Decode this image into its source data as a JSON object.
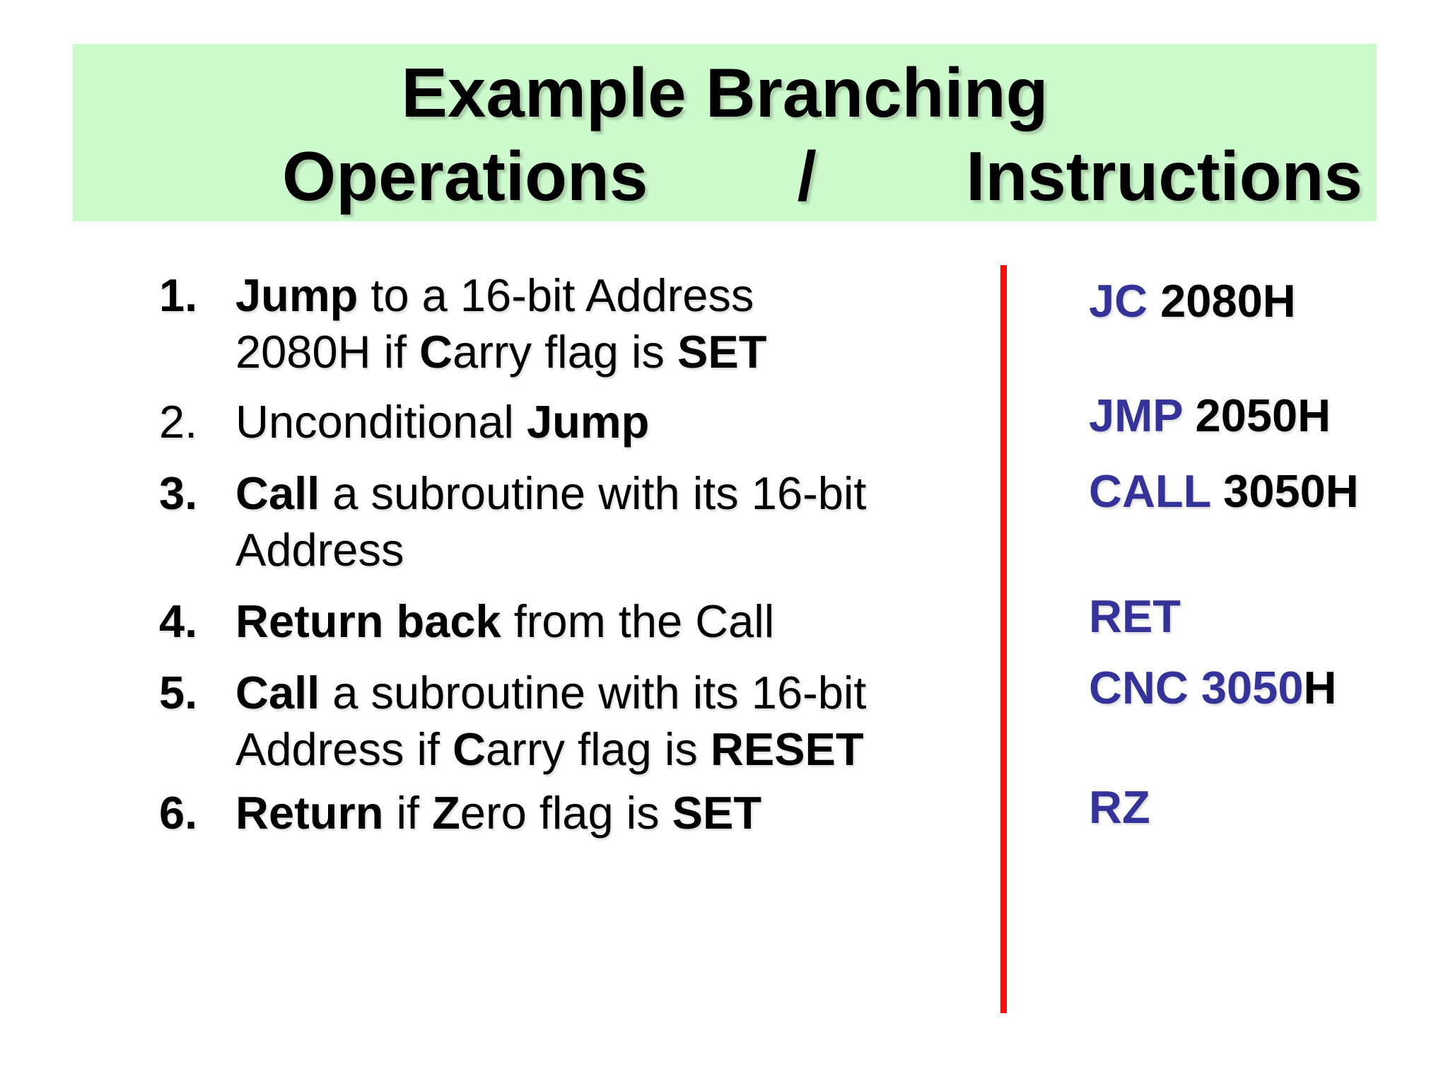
{
  "header": {
    "background": "#CDFACD",
    "title_line1": "Example Branching",
    "title_line2_left": "Operations",
    "title_line2_separator": "/",
    "title_line2_right": "Instructions"
  },
  "colors": {
    "mnemonic_blue": "#333399",
    "divider_red": "#F80C0C",
    "header_green": "#CDFACD",
    "text_black": "#000000"
  },
  "operations": [
    {
      "number": "1.",
      "number_bold": true,
      "lines": [
        [
          {
            "text": "Jump",
            "bold": true
          },
          {
            "text": " to a 16-bit Address",
            "bold": false
          }
        ],
        [
          {
            "text": "2080H if ",
            "bold": false
          },
          {
            "text": "C",
            "bold": true
          },
          {
            "text": "arry flag is ",
            "bold": false
          },
          {
            "text": "SET",
            "bold": true
          }
        ]
      ]
    },
    {
      "number": "2.",
      "number_bold": false,
      "lines": [
        [
          {
            "text": "Unconditional ",
            "bold": false
          },
          {
            "text": "Jump",
            "bold": true
          }
        ]
      ]
    },
    {
      "number": "3.",
      "number_bold": true,
      "lines": [
        [
          {
            "text": "Call",
            "bold": true
          },
          {
            "text": " a subroutine with its 16-bit",
            "bold": false
          }
        ],
        [
          {
            "text": "Address",
            "bold": false
          }
        ]
      ]
    },
    {
      "number": "4.",
      "number_bold": true,
      "lines": [
        [
          {
            "text": "Return back",
            "bold": true
          },
          {
            "text": " from the Call",
            "bold": false
          }
        ]
      ]
    },
    {
      "number": "5.",
      "number_bold": true,
      "lines": [
        [
          {
            "text": "Call",
            "bold": true
          },
          {
            "text": " a subroutine with its 16-bit",
            "bold": false
          }
        ],
        [
          {
            "text": "Address if ",
            "bold": false
          },
          {
            "text": "C",
            "bold": true
          },
          {
            "text": "arry flag is ",
            "bold": false
          },
          {
            "text": "RESET",
            "bold": true
          }
        ]
      ]
    },
    {
      "number": "6.",
      "number_bold": true,
      "lines": [
        [
          {
            "text": "Return",
            "bold": true
          },
          {
            "text": " if ",
            "bold": false
          },
          {
            "text": "Z",
            "bold": true
          },
          {
            "text": "ero flag is ",
            "bold": false
          },
          {
            "text": "SET",
            "bold": true
          }
        ]
      ]
    }
  ],
  "instructions": [
    {
      "parts": [
        {
          "text": "JC",
          "color": "blue"
        },
        {
          "text": " 2080H",
          "color": "black"
        }
      ]
    },
    {
      "parts": [
        {
          "text": "JMP",
          "color": "blue"
        },
        {
          "text": " 2050H",
          "color": "black"
        }
      ]
    },
    {
      "parts": [
        {
          "text": "CALL",
          "color": "blue"
        },
        {
          "text": " 3050H",
          "color": "black"
        }
      ]
    },
    {
      "parts": [
        {
          "text": "RET",
          "color": "blue"
        }
      ]
    },
    {
      "parts": [
        {
          "text": "CNC 3050",
          "color": "blue"
        },
        {
          "text": "H",
          "color": "black"
        }
      ]
    },
    {
      "parts": [
        {
          "text": "RZ",
          "color": "blue"
        }
      ]
    }
  ]
}
